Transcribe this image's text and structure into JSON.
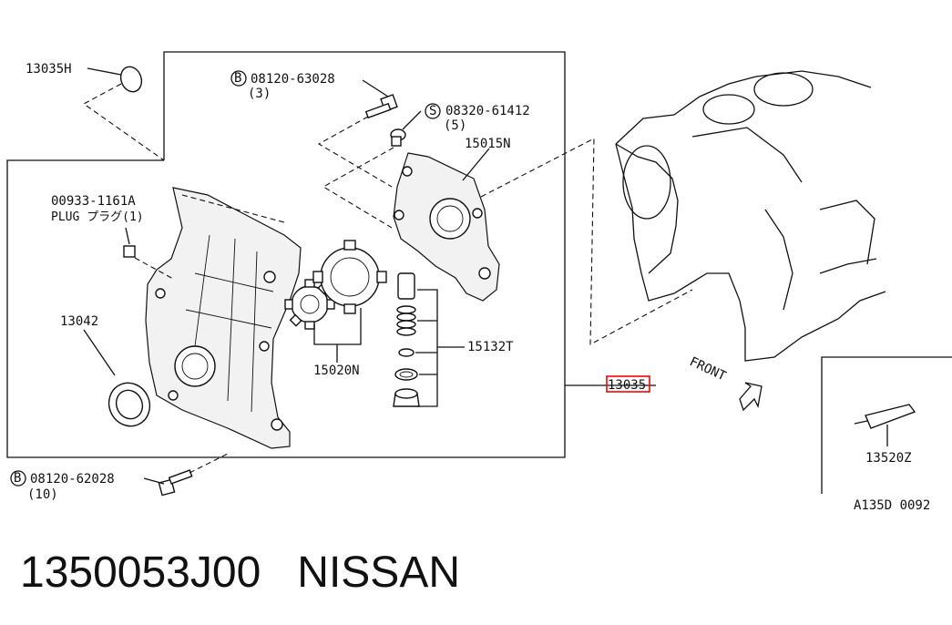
{
  "callouts": {
    "p13035H": "13035H",
    "p08120_63028": "08120-63028",
    "p08120_63028_qty": "(3)",
    "p08320_61412": "08320-61412",
    "p08320_61412_qty": "(5)",
    "p15015N": "15015N",
    "p00933_1161A": "00933-1161A",
    "p00933_desc": "PLUG プラグ(1)",
    "p13042": "13042",
    "p15020N": "15020N",
    "p15132T": "15132T",
    "p13035": "13035",
    "p08120_62028": "08120-62028",
    "p08120_62028_qty": "(10)",
    "p13520Z": "13520Z",
    "front": "FRONT",
    "sheet_code": "A135D 0092"
  },
  "marks": {
    "bolt": "B",
    "screw": "S"
  },
  "highlight_color": "#ff0000",
  "footer": {
    "part_number": "1350053J00",
    "brand": "NISSAN"
  }
}
